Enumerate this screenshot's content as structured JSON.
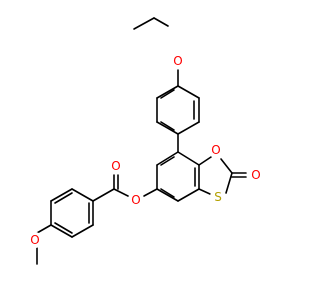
{
  "molecule": {
    "atoms": {
      "ring_O": "O",
      "carbonyl_O": "O",
      "ring_S": "S",
      "ester_O": "O",
      "ester_carbonyl_O": "O",
      "methoxy_O": "O",
      "ethoxy_O": "O"
    },
    "colors": {
      "bond": "#000000",
      "oxygen": "#ff0000",
      "sulfur": "#b3a000"
    }
  }
}
